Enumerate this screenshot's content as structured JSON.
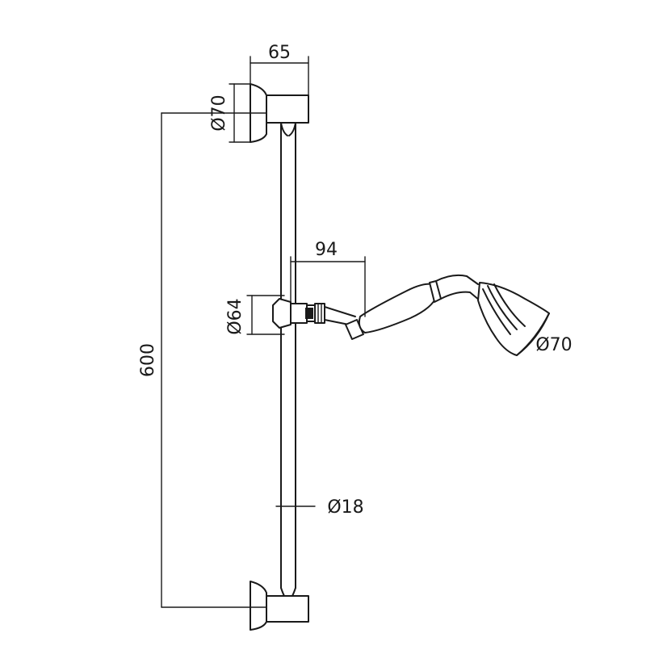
{
  "dimensions": {
    "bracket_width": "65",
    "bracket_diameter": "Ø70",
    "total_height": "600",
    "slider_offset": "94",
    "slider_diameter": "Ø64",
    "head_diameter": "Ø70",
    "rail_diameter": "Ø18"
  },
  "colors": {
    "line": "#1a1a1a",
    "background": "#ffffff"
  }
}
